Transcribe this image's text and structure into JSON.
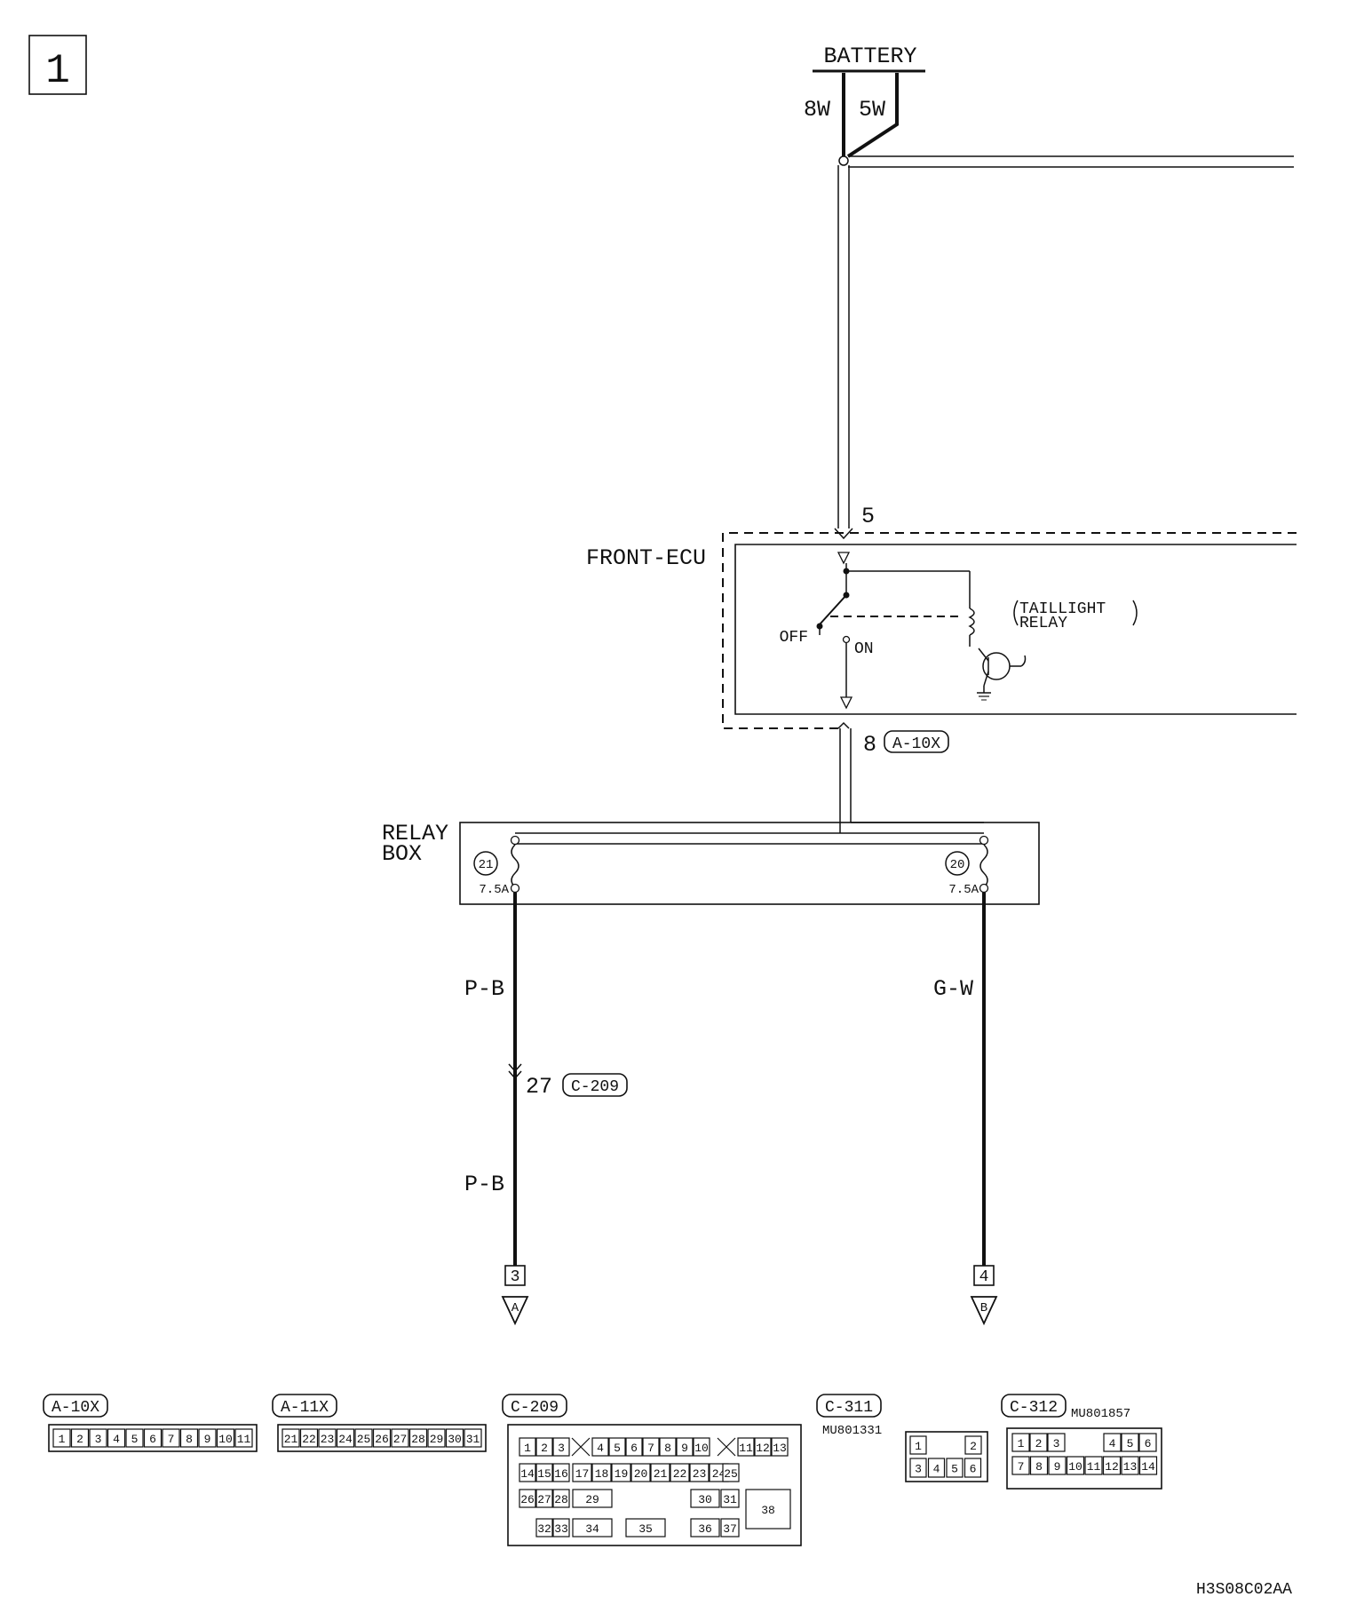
{
  "page_number": "1",
  "battery": {
    "label": "BATTERY",
    "wire_left": "8W",
    "wire_right": "5W"
  },
  "front_ecu": {
    "label": "FRONT-ECU",
    "input_pin": "5",
    "output_pin": "8",
    "output_connector": "A-10X",
    "switch_off": "OFF",
    "switch_on": "ON",
    "relay_line1": "TAILLIGHT",
    "relay_line2": "RELAY"
  },
  "relay_box": {
    "label_line1": "RELAY",
    "label_line2": "BOX",
    "fuses": [
      {
        "number": "21",
        "rating": "7.5A"
      },
      {
        "number": "20",
        "rating": "7.5A"
      }
    ]
  },
  "wires": {
    "left_upper": "P-B",
    "left_lower": "P-B",
    "right": "G-W",
    "junction_pin": "27",
    "junction_connector": "C-209"
  },
  "outputs": [
    {
      "number": "3",
      "letter": "A"
    },
    {
      "number": "4",
      "letter": "B"
    }
  ],
  "connectors": [
    {
      "name": "A-10X",
      "part_no": "",
      "pins": [
        "1",
        "2",
        "3",
        "4",
        "5",
        "6",
        "7",
        "8",
        "9",
        "10",
        "11"
      ]
    },
    {
      "name": "A-11X",
      "part_no": "",
      "pins": [
        "21",
        "22",
        "23",
        "24",
        "25",
        "26",
        "27",
        "28",
        "29",
        "30",
        "31"
      ]
    },
    {
      "name": "C-209",
      "part_no": "",
      "row1": [
        "1",
        "2",
        "3",
        "4",
        "5",
        "6",
        "7",
        "8",
        "9",
        "10",
        "11",
        "12",
        "13"
      ],
      "row2": [
        "14",
        "15",
        "16",
        "17",
        "18",
        "19",
        "20",
        "21",
        "22",
        "23",
        "24",
        "25"
      ],
      "row3": [
        "26",
        "27",
        "28",
        "29",
        "30",
        "31",
        "38"
      ],
      "row4": [
        "32",
        "33",
        "34",
        "35",
        "36",
        "37"
      ]
    },
    {
      "name": "C-311",
      "part_no": "MU801331",
      "row1": [
        "1",
        "2"
      ],
      "row2": [
        "3",
        "4",
        "5",
        "6"
      ]
    },
    {
      "name": "C-312",
      "part_no": "MU801857",
      "row1": [
        "1",
        "2",
        "3",
        "4",
        "5",
        "6"
      ],
      "row2": [
        "7",
        "8",
        "9",
        "10",
        "11",
        "12",
        "13",
        "14"
      ]
    }
  ],
  "figure_code": "H3S08C02AA"
}
